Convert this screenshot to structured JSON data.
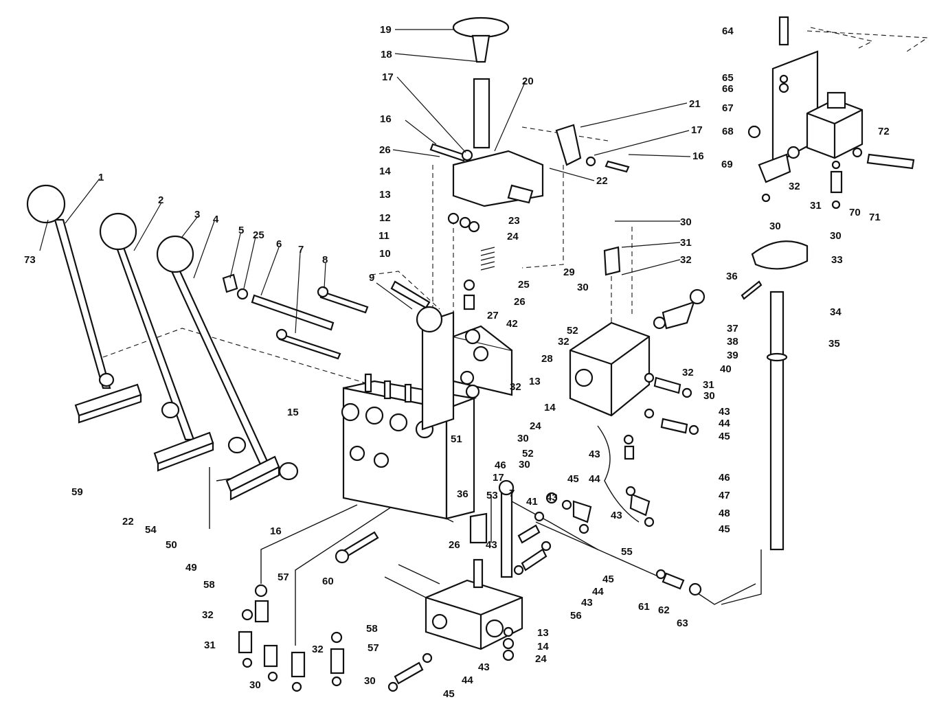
{
  "diagram": {
    "type": "exploded-parts-view",
    "callouts": [
      {
        "id": "c73",
        "num": "73"
      },
      {
        "id": "c1",
        "num": "1"
      },
      {
        "id": "c2",
        "num": "2"
      },
      {
        "id": "c3",
        "num": "3"
      },
      {
        "id": "c4",
        "num": "4"
      },
      {
        "id": "c5",
        "num": "5"
      },
      {
        "id": "c25a",
        "num": "25"
      },
      {
        "id": "c6",
        "num": "6"
      },
      {
        "id": "c7a",
        "num": "7"
      },
      {
        "id": "c8",
        "num": "8"
      },
      {
        "id": "c9",
        "num": "9"
      },
      {
        "id": "c10",
        "num": "10"
      },
      {
        "id": "c11",
        "num": "11"
      },
      {
        "id": "c12",
        "num": "12"
      },
      {
        "id": "c13a",
        "num": "13"
      },
      {
        "id": "c14a",
        "num": "14"
      },
      {
        "id": "c26a",
        "num": "26"
      },
      {
        "id": "c16a",
        "num": "16"
      },
      {
        "id": "c17a",
        "num": "17"
      },
      {
        "id": "c18",
        "num": "18"
      },
      {
        "id": "c19",
        "num": "19"
      },
      {
        "id": "c20",
        "num": "20"
      },
      {
        "id": "c21",
        "num": "21"
      },
      {
        "id": "c17b",
        "num": "17"
      },
      {
        "id": "c16b",
        "num": "16"
      },
      {
        "id": "c22a",
        "num": "22"
      },
      {
        "id": "c23",
        "num": "23"
      },
      {
        "id": "c24a",
        "num": "24"
      },
      {
        "id": "c25b",
        "num": "25"
      },
      {
        "id": "c26b",
        "num": "26"
      },
      {
        "id": "c29",
        "num": "29"
      },
      {
        "id": "c30a",
        "num": "30"
      },
      {
        "id": "c30b",
        "num": "30"
      },
      {
        "id": "c31a",
        "num": "31"
      },
      {
        "id": "c32a",
        "num": "32"
      },
      {
        "id": "c27",
        "num": "27"
      },
      {
        "id": "c42",
        "num": "42"
      },
      {
        "id": "c52a",
        "num": "52"
      },
      {
        "id": "c32b",
        "num": "32"
      },
      {
        "id": "c28",
        "num": "28"
      },
      {
        "id": "c13b",
        "num": "13"
      },
      {
        "id": "c32c",
        "num": "32"
      },
      {
        "id": "c14b",
        "num": "14"
      },
      {
        "id": "c24b",
        "num": "24"
      },
      {
        "id": "c30c",
        "num": "30"
      },
      {
        "id": "c52b",
        "num": "52"
      },
      {
        "id": "c30d",
        "num": "30"
      },
      {
        "id": "c51",
        "num": "51"
      },
      {
        "id": "c46a",
        "num": "46"
      },
      {
        "id": "c15",
        "num": "15"
      },
      {
        "id": "c59",
        "num": "59"
      },
      {
        "id": "c22b",
        "num": "22"
      },
      {
        "id": "c54",
        "num": "54"
      },
      {
        "id": "c50",
        "num": "50"
      },
      {
        "id": "c49",
        "num": "49"
      },
      {
        "id": "c16c",
        "num": "16"
      },
      {
        "id": "c17c",
        "num": "17"
      },
      {
        "id": "c36a",
        "num": "36"
      },
      {
        "id": "c53",
        "num": "53"
      },
      {
        "id": "c7b",
        "num": "7"
      },
      {
        "id": "c43a",
        "num": "43"
      },
      {
        "id": "c41",
        "num": "41"
      },
      {
        "id": "c26c",
        "num": "26"
      },
      {
        "id": "c43b",
        "num": "43"
      },
      {
        "id": "c60",
        "num": "60"
      },
      {
        "id": "c58a",
        "num": "58"
      },
      {
        "id": "c57a",
        "num": "57"
      },
      {
        "id": "c32d",
        "num": "32"
      },
      {
        "id": "c31b",
        "num": "31"
      },
      {
        "id": "c30e",
        "num": "30"
      },
      {
        "id": "c32e",
        "num": "32"
      },
      {
        "id": "c58b",
        "num": "58"
      },
      {
        "id": "c57b",
        "num": "57"
      },
      {
        "id": "c30f",
        "num": "30"
      },
      {
        "id": "c43c",
        "num": "43"
      },
      {
        "id": "c44a",
        "num": "44"
      },
      {
        "id": "c45a",
        "num": "45"
      },
      {
        "id": "c56",
        "num": "56"
      },
      {
        "id": "c13c",
        "num": "13"
      },
      {
        "id": "c14c",
        "num": "14"
      },
      {
        "id": "c24c",
        "num": "24"
      },
      {
        "id": "c43d",
        "num": "43"
      },
      {
        "id": "c44b",
        "num": "44"
      },
      {
        "id": "c45b",
        "num": "45"
      },
      {
        "id": "c55",
        "num": "55"
      },
      {
        "id": "c43e",
        "num": "43"
      },
      {
        "id": "c48",
        "num": "48"
      },
      {
        "id": "c45c",
        "num": "45"
      },
      {
        "id": "c61",
        "num": "61"
      },
      {
        "id": "c62",
        "num": "62"
      },
      {
        "id": "c63",
        "num": "63"
      },
      {
        "id": "c37",
        "num": "37"
      },
      {
        "id": "c38",
        "num": "38"
      },
      {
        "id": "c39",
        "num": "39"
      },
      {
        "id": "c40",
        "num": "40"
      },
      {
        "id": "c32f",
        "num": "32"
      },
      {
        "id": "c31c",
        "num": "31"
      },
      {
        "id": "c30g",
        "num": "30"
      },
      {
        "id": "c43f",
        "num": "43"
      },
      {
        "id": "c44c",
        "num": "44"
      },
      {
        "id": "c45d",
        "num": "45"
      },
      {
        "id": "c46b",
        "num": "46"
      },
      {
        "id": "c47",
        "num": "47"
      },
      {
        "id": "c43g",
        "num": "43"
      },
      {
        "id": "c44d",
        "num": "44"
      },
      {
        "id": "c45e",
        "num": "45"
      },
      {
        "id": "c36b",
        "num": "36"
      },
      {
        "id": "c33",
        "num": "33"
      },
      {
        "id": "c34",
        "num": "34"
      },
      {
        "id": "c35",
        "num": "35"
      },
      {
        "id": "c64",
        "num": "64"
      },
      {
        "id": "c65",
        "num": "65"
      },
      {
        "id": "c66",
        "num": "66"
      },
      {
        "id": "c67",
        "num": "67"
      },
      {
        "id": "c68",
        "num": "68"
      },
      {
        "id": "c72",
        "num": "72"
      },
      {
        "id": "c69",
        "num": "69"
      },
      {
        "id": "c32g",
        "num": "32"
      },
      {
        "id": "c31d",
        "num": "31"
      },
      {
        "id": "c70",
        "num": "70"
      },
      {
        "id": "c71",
        "num": "71"
      },
      {
        "id": "c30h",
        "num": "30"
      },
      {
        "id": "c30i",
        "num": "30"
      }
    ]
  }
}
